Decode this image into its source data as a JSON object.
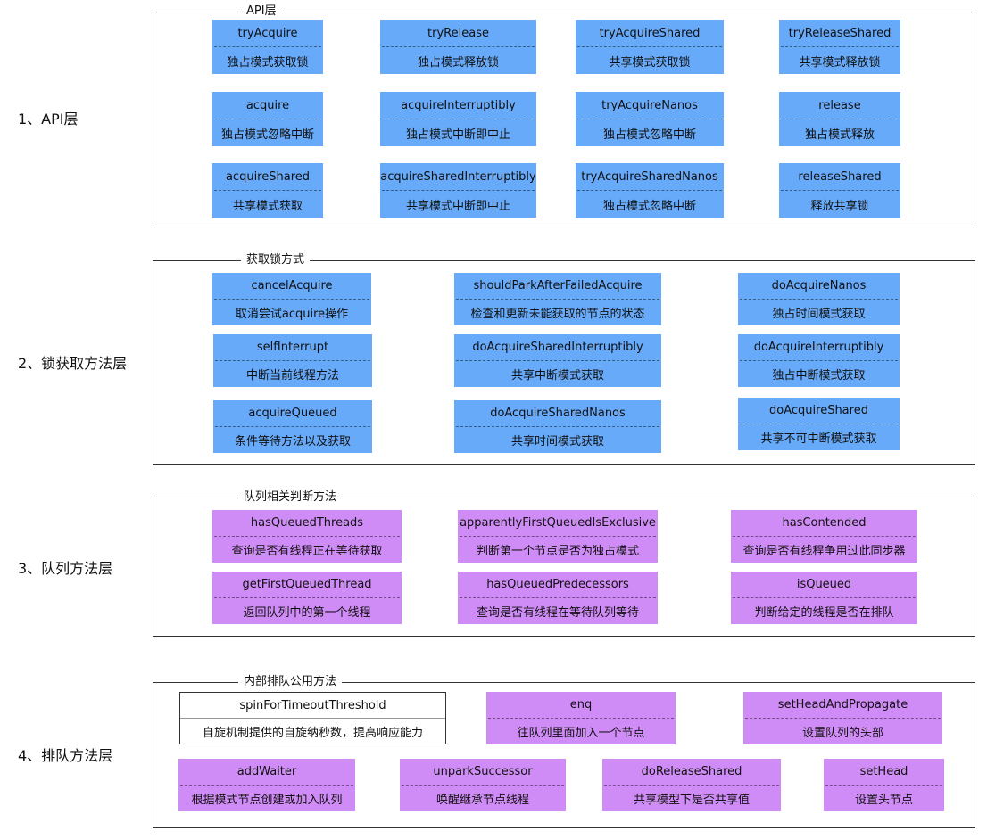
{
  "layers": [
    {
      "label": "1、API层",
      "group_title": "API层",
      "color": "blue",
      "boxes": [
        {
          "name": "tryAcquire",
          "desc": "独占模式获取锁"
        },
        {
          "name": "tryRelease",
          "desc": "独占模式释放锁"
        },
        {
          "name": "tryAcquireShared",
          "desc": "共享模式获取锁"
        },
        {
          "name": "tryReleaseShared",
          "desc": "共享模式释放锁"
        },
        {
          "name": "acquire",
          "desc": "独占模式忽略中断"
        },
        {
          "name": "acquireInterruptibly",
          "desc": "独占模式中断即中止"
        },
        {
          "name": "tryAcquireNanos",
          "desc": "独占模式忽略中断"
        },
        {
          "name": "release",
          "desc": "独占模式释放"
        },
        {
          "name": "acquireShared",
          "desc": "共享模式获取"
        },
        {
          "name": "acquireSharedInterruptibly",
          "desc": "共享模式中断即中止"
        },
        {
          "name": "tryAcquireSharedNanos",
          "desc": "独占模式忽略中断"
        },
        {
          "name": "releaseShared",
          "desc": "释放共享锁"
        }
      ]
    },
    {
      "label": "2、锁获取方法层",
      "group_title": "获取锁方式",
      "color": "blue",
      "boxes": [
        {
          "name": "cancelAcquire",
          "desc": "取消尝试acquire操作"
        },
        {
          "name": "shouldParkAfterFailedAcquire",
          "desc": "检查和更新未能获取的节点的状态"
        },
        {
          "name": "doAcquireNanos",
          "desc": "独占时间模式获取"
        },
        {
          "name": "selfInterrupt",
          "desc": "中断当前线程方法"
        },
        {
          "name": "doAcquireSharedInterruptibly",
          "desc": "共享中断模式获取"
        },
        {
          "name": "doAcquireInterruptibly",
          "desc": "独占中断模式获取"
        },
        {
          "name": "acquireQueued",
          "desc": "条件等待方法以及获取"
        },
        {
          "name": "doAcquireSharedNanos",
          "desc": "共享时间模式获取"
        },
        {
          "name": "doAcquireShared",
          "desc": "共享不可中断模式获取"
        }
      ]
    },
    {
      "label": "3、队列方法层",
      "group_title": "队列相关判断方法",
      "color": "purple",
      "boxes": [
        {
          "name": "hasQueuedThreads",
          "desc": "查询是否有线程正在等待获取"
        },
        {
          "name": "apparentlyFirstQueuedIsExclusive",
          "desc": "判断第一个节点是否为独占模式"
        },
        {
          "name": "hasContended",
          "desc": "查询是否有线程争用过此同步器"
        },
        {
          "name": "getFirstQueuedThread",
          "desc": "返回队列中的第一个线程"
        },
        {
          "name": "hasQueuedPredecessors",
          "desc": "查询是否有线程在等待队列等待"
        },
        {
          "name": "isQueued",
          "desc": "判断给定的线程是否在排队"
        }
      ]
    },
    {
      "label": "4、排队方法层",
      "group_title": "内部排队公用方法",
      "color": "purple",
      "boxes": [
        {
          "name": "spinForTimeoutThreshold",
          "desc": "自旋机制提供的自旋纳秒数，提高响应能力",
          "color": "white"
        },
        {
          "name": "enq",
          "desc": "往队列里面加入一个节点"
        },
        {
          "name": "setHeadAndPropagate",
          "desc": "设置队列的头部"
        },
        {
          "name": "addWaiter",
          "desc": "根据模式节点创建或加入队列"
        },
        {
          "name": "unparkSuccessor",
          "desc": "唤醒继承节点线程"
        },
        {
          "name": "doReleaseShared",
          "desc": "共享模型下是否共享值"
        },
        {
          "name": "setHead",
          "desc": "设置头节点"
        }
      ]
    }
  ],
  "colors": {
    "blue": "#67aaf9",
    "purple": "#d08cf6",
    "white": "#ffffff",
    "border": "#333333"
  }
}
